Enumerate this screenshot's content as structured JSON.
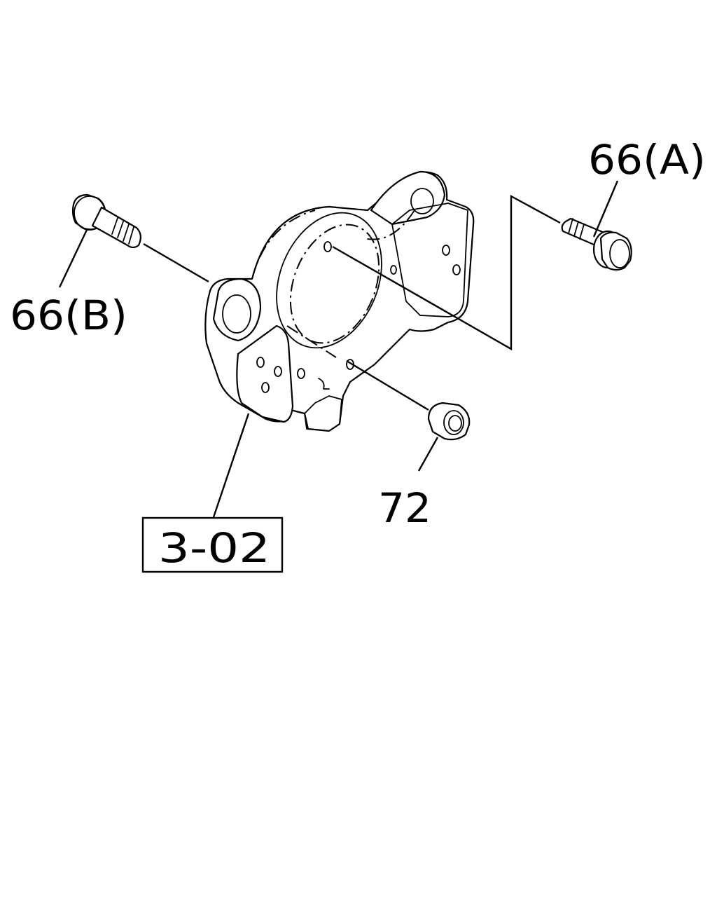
{
  "callouts": {
    "bolt_a": "66(A)",
    "bolt_b": "66(B)",
    "nut": "72",
    "bracket_ref": "3-02"
  },
  "colors": {
    "line": "#000000",
    "background": "#ffffff"
  }
}
